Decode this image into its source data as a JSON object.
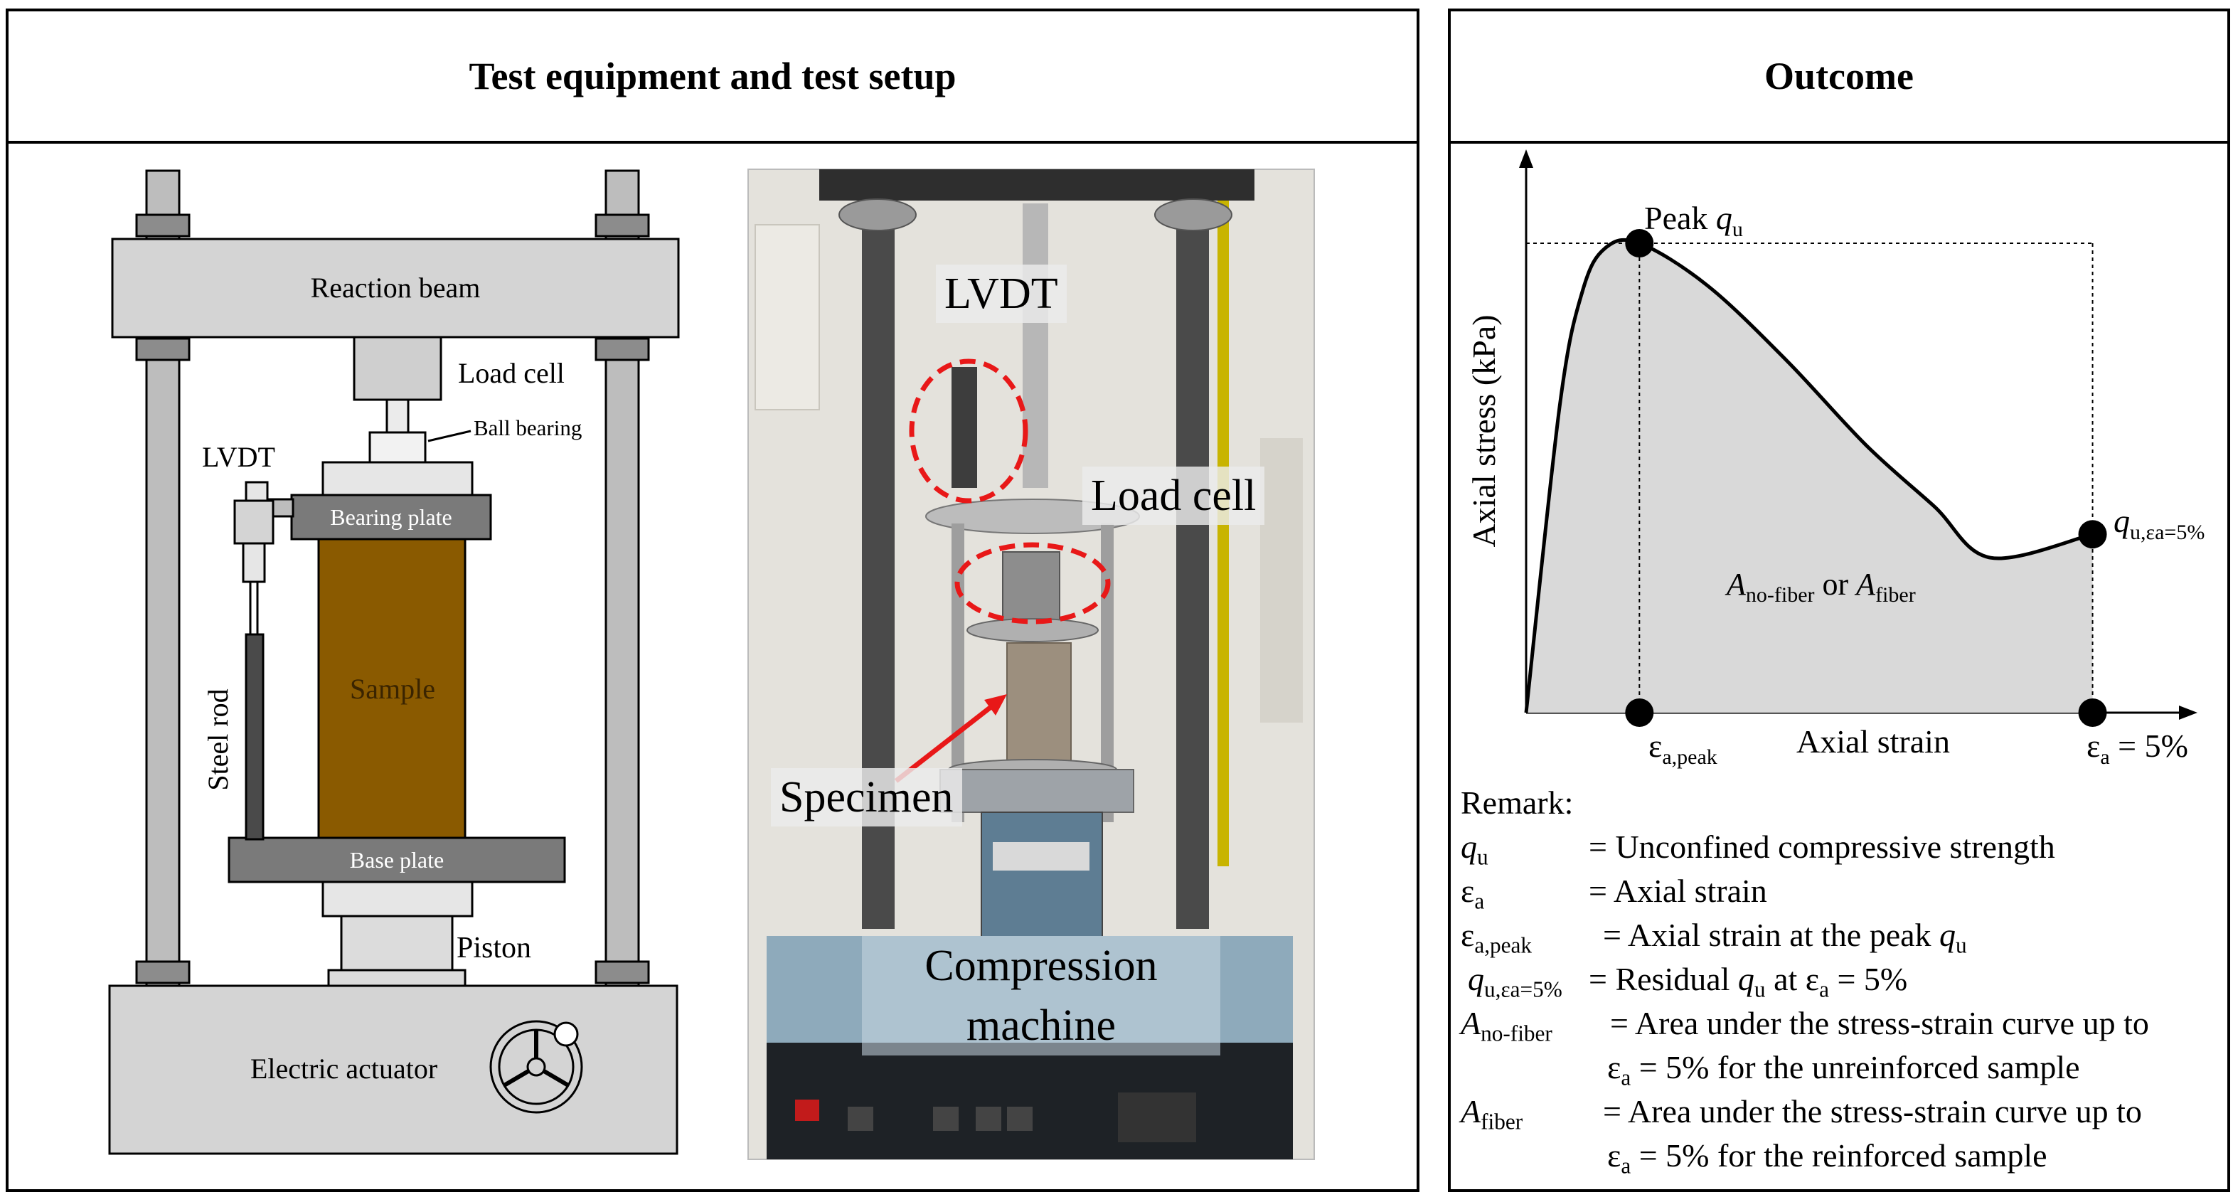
{
  "left_panel": {
    "title": "Test equipment and test setup",
    "diagram_labels": {
      "reaction_beam": "Reaction beam",
      "load_cell": "Load cell",
      "ball_bearing": "Ball bearing",
      "lvdt": "LVDT",
      "bearing_plate": "Bearing plate",
      "sample": "Sample",
      "steel_rod": "Steel rod",
      "base_plate": "Base plate",
      "piston": "Piston",
      "electric_actuator": "Electric actuator"
    },
    "photo_labels": {
      "lvdt": "LVDT",
      "load_cell": "Load cell",
      "specimen": "Specimen",
      "machine_line1": "Compression",
      "machine_line2": "machine"
    }
  },
  "right_panel": {
    "title": "Outcome",
    "chart_data": {
      "type": "area",
      "ylabel": "Axial stress (kPa)",
      "xlabel": "Axial strain",
      "annotations": {
        "peak_prefix": "Peak ",
        "peak_sym": "q",
        "peak_sub": "u",
        "residual_sym": "q",
        "residual_sub": "u,εa=5%",
        "area_a1": "A",
        "area_a1_sub": "no-fiber",
        "area_or": " or ",
        "area_a2": "A",
        "area_a2_sub": "fiber",
        "x_peak_sym": "ε",
        "x_peak_sub": "a,peak",
        "x_end_sym": "ε",
        "x_end_sub": "a",
        "x_end_suffix": " = 5%"
      },
      "curve_points": [
        [
          0,
          0
        ],
        [
          0.3,
          0.66
        ],
        [
          0.5,
          0.9
        ],
        [
          0.7,
          0.99
        ],
        [
          1.0,
          1.0
        ],
        [
          1.6,
          0.91
        ],
        [
          2.3,
          0.75
        ],
        [
          3.0,
          0.57
        ],
        [
          3.6,
          0.44
        ],
        [
          4.1,
          0.33
        ],
        [
          4.5,
          0.26
        ],
        [
          5.0,
          0.38
        ]
      ],
      "peak_point": [
        1.0,
        1.0
      ],
      "residual_point": [
        5.0,
        0.38
      ],
      "xlim": [
        0,
        5.8
      ],
      "ylim": [
        0,
        1.2
      ],
      "grid": false,
      "colors": {
        "fill": "#d9d9d9",
        "line": "#000000",
        "marker": "#000000"
      }
    },
    "remarks": {
      "title": "Remark:",
      "rows": [
        {
          "sym": "q",
          "sub": "u",
          "def": "= Unconfined compressive strength"
        },
        {
          "sym": "ε",
          "sub": "a",
          "def": "= Axial strain"
        },
        {
          "sym": "ε",
          "sub": "a,peak",
          "def": "= Axial strain at the peak ",
          "def_sym": "q",
          "def_sub": "u"
        },
        {
          "sym": "q",
          "sub": "u,εa=5%",
          "def": "= Residual ",
          "def_sym": "q",
          "def_sub": "u",
          "def_tail": " at ε",
          "def_tail_sub": "a",
          "def_tail_end": " = 5%"
        },
        {
          "sym": "A",
          "sub": "no-fiber",
          "def": "= Area under the stress-strain curve up to",
          "cont_sym": "ε",
          "cont_sub": "a",
          "cont": "= 5% for the unreinforced sample"
        },
        {
          "sym": "A",
          "sub": "fiber",
          "def": "= Area under the stress-strain curve up to",
          "cont_sym": "ε",
          "cont_sub": "a",
          "cont": "= 5% for the reinforced sample"
        }
      ]
    }
  }
}
